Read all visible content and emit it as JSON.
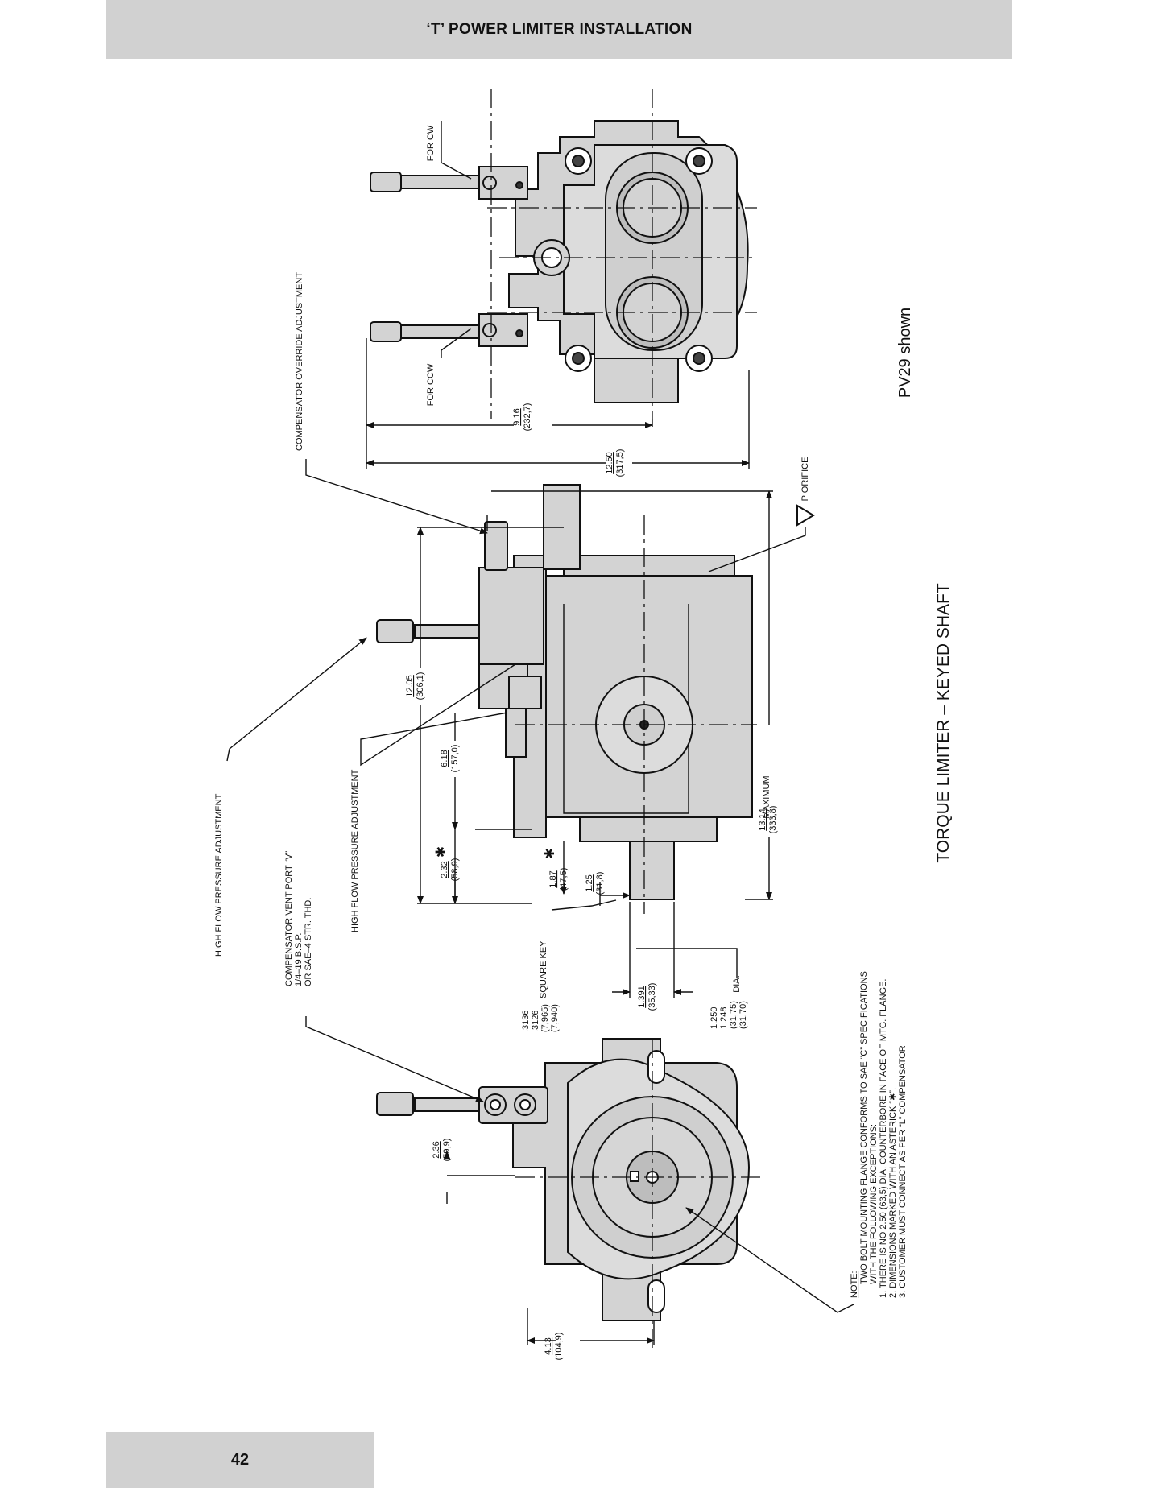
{
  "header": {
    "title": "‘T’ POWER LIMITER INSTALLATION"
  },
  "footer": {
    "page_number": "42"
  },
  "drawing": {
    "caption": "TORQUE LIMITER  –  KEYED SHAFT",
    "subcaption": "PV29 shown",
    "callouts": {
      "for_cw": "FOR CW",
      "for_ccw": "FOR CCW",
      "comp_override": "COMPENSATOR OVERRIDE ADJUSTMENT",
      "high_flow_pressure_adj_1": "HIGH FLOW PRESSURE ADJUSTMENT",
      "high_flow_pressure_adj_2": "HIGH FLOW PRESSURE ADJUSTMENT",
      "comp_vent_port_l1": "COMPENSATOR VENT PORT “V”",
      "comp_vent_port_l2": "1/4–19 B.S.P.",
      "comp_vent_port_l3": "OR SAE–4 STR. THD.",
      "square_key": "SQUARE KEY",
      "p_orifice": "P  ORIFICE",
      "maximum": "MAXIMUM",
      "dia": "DIA."
    },
    "dimensions": {
      "d_9_16": {
        "in": "9.16",
        "mm": "(232,7)"
      },
      "d_12_50": {
        "in": "12.50",
        "mm": "(317,5)"
      },
      "d_12_05": {
        "in": "12.05",
        "mm": "(306,1)"
      },
      "d_6_18": {
        "in": "6.18",
        "mm": "(157,0)"
      },
      "d_13_14": {
        "in": "13.14",
        "mm": "(333,8)"
      },
      "d_2_32": {
        "in": "2.32",
        "mm": "(58,9)"
      },
      "d_1_87": {
        "in": "1.87",
        "mm": "(47,5)"
      },
      "d_1_25": {
        "in": "1.25",
        "mm": "(31,8)"
      },
      "d_1_391": {
        "in": "1.391",
        "mm": "(35,33)"
      },
      "d_2_36": {
        "in": "2.36",
        "mm": "(59,9)"
      },
      "d_4_13": {
        "in": "4.13",
        "mm": "(104,9)"
      },
      "key_size": {
        "l1": ".3136",
        "l2": ".3126",
        "l3": "(7,965)",
        "l4": "(7,940)"
      },
      "shaft_dia": {
        "l1": "1.250",
        "l2": "1.248",
        "l3": "(31,75)",
        "l4": "(31,70)"
      }
    },
    "asterisk": "✱",
    "note": {
      "heading": "NOTE:",
      "lines": [
        "TWO BOLT MOUNTING FLANGE CONFORMS TO SAE “C” SPECIFICATIONS",
        "WITH THE FOLLOWING EXCEPTIONS:",
        "1.  THERE IS NO 2.50 (63,5) DIA. COUNTERBORE IN FACE OF MTG. FLANGE.",
        "2.  DIMENSIONS MARKED WITH AN ASTERICK “✱”.",
        "3.  CUSTOMER MUST CONNECT AS PER “L” COMPENSATOR"
      ]
    }
  }
}
